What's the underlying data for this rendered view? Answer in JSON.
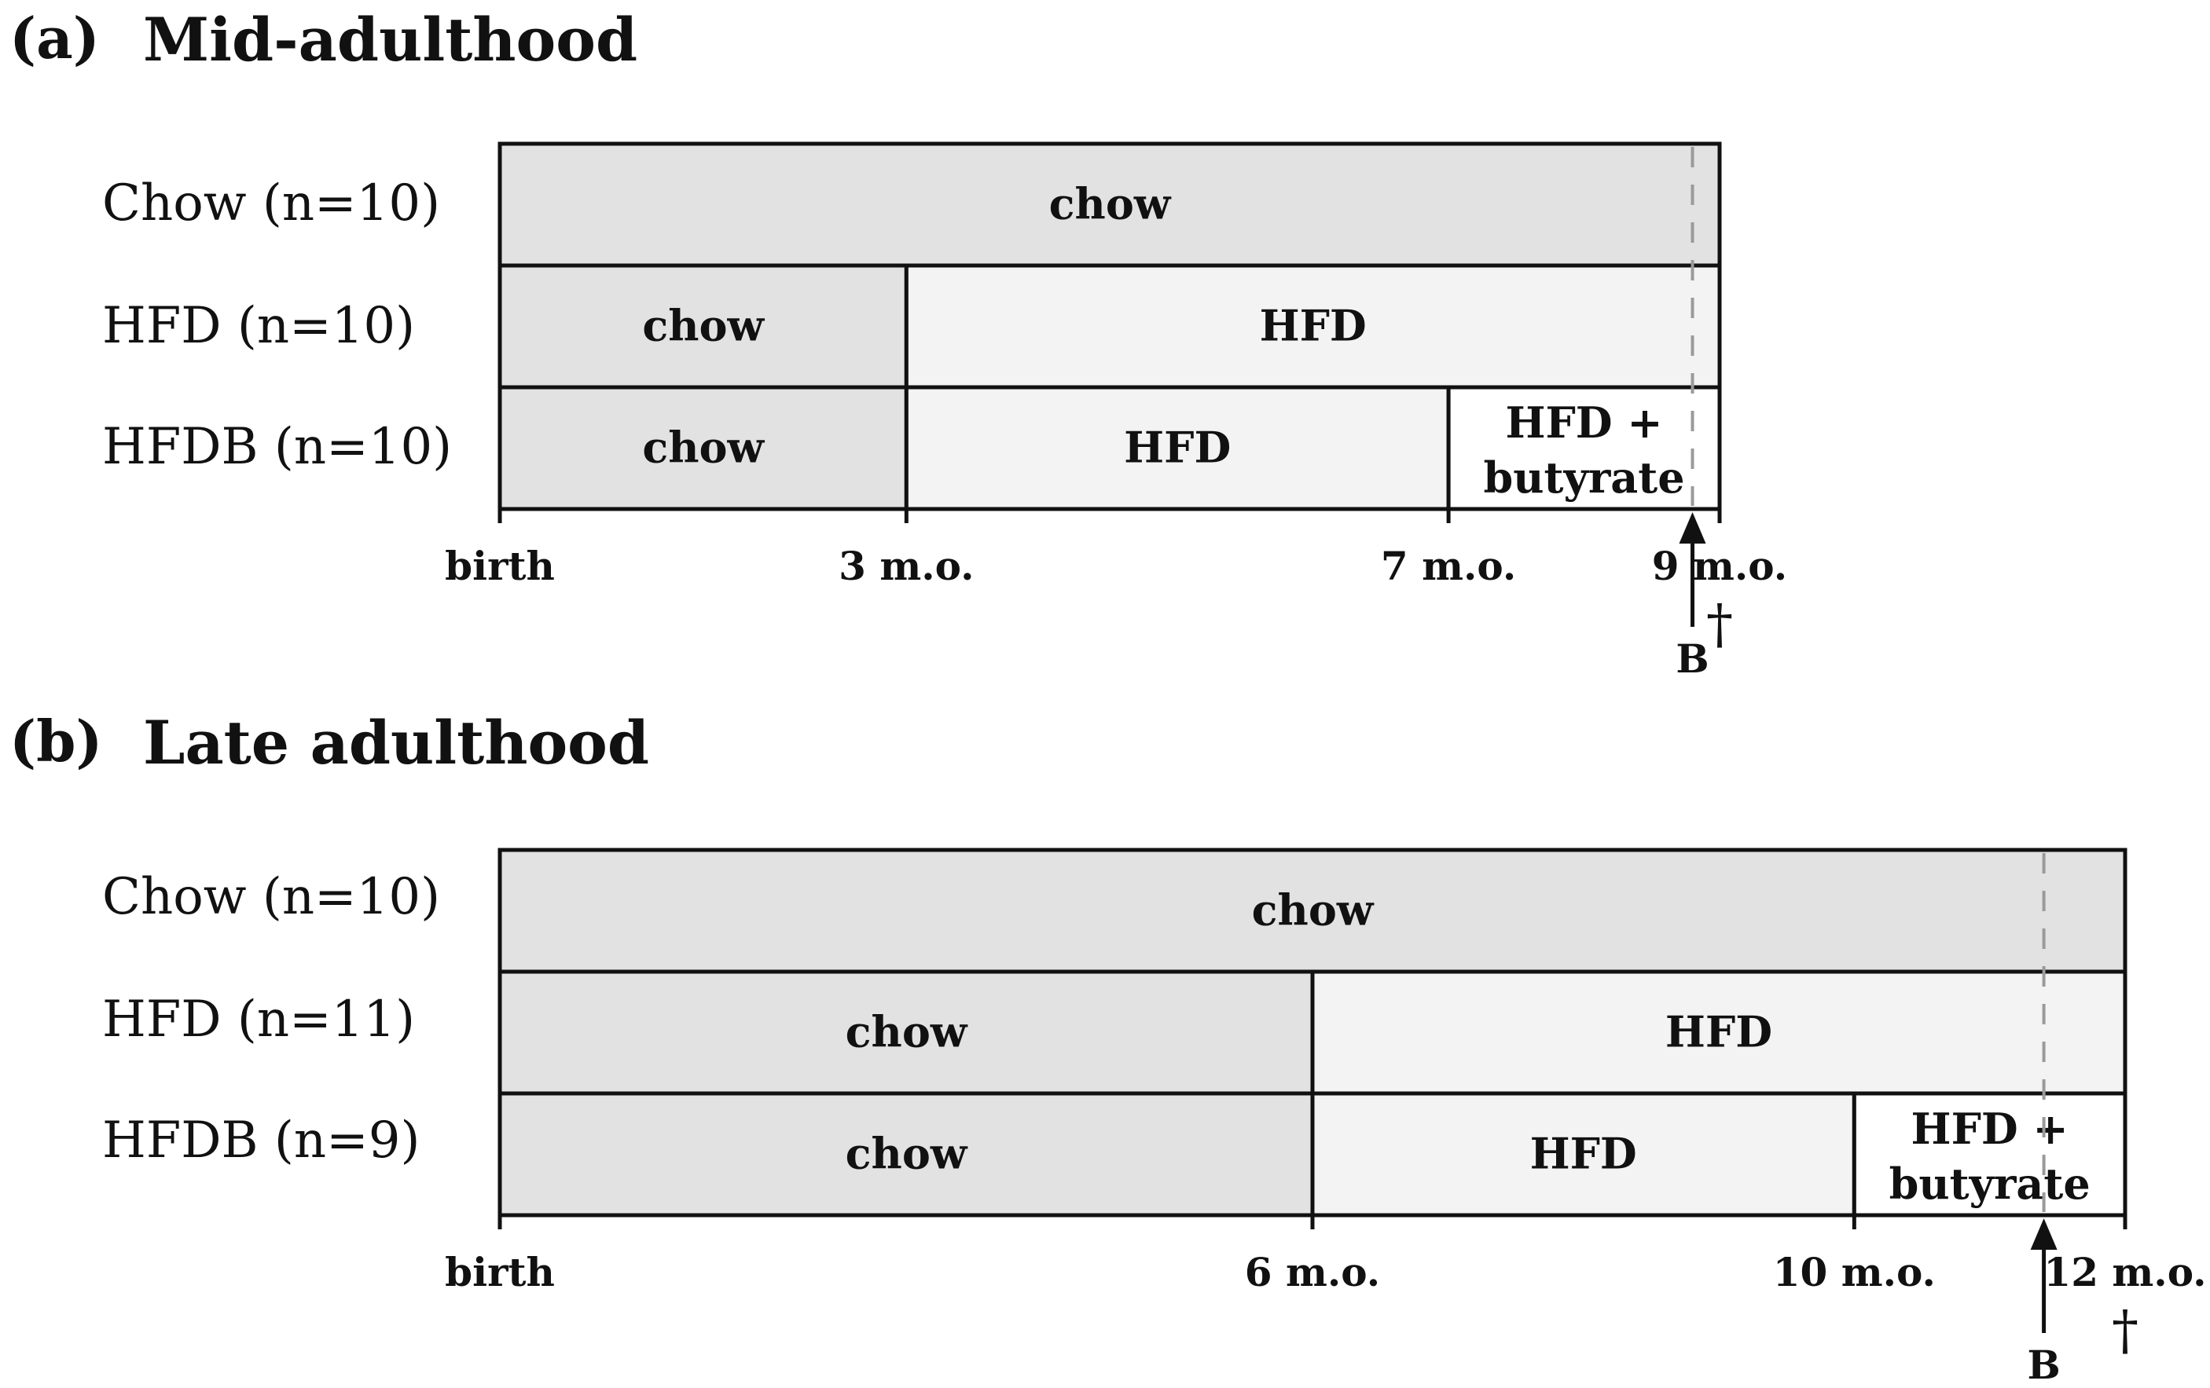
{
  "panels": [
    {
      "letter": "(a)",
      "title": "Mid-adulthood",
      "total_months": 9,
      "b_month": 8.8,
      "groups": [
        {
          "label": "Chow (n=10)",
          "segments": [
            {
              "label": "chow",
              "start": 0,
              "end": 9,
              "fill": "#e2e2e2"
            }
          ]
        },
        {
          "label": "HFD (n=10)",
          "segments": [
            {
              "label": "chow",
              "start": 0,
              "end": 3,
              "fill": "#e2e2e2"
            },
            {
              "label": "HFD",
              "start": 3,
              "end": 9,
              "fill": "#f3f3f3"
            }
          ]
        },
        {
          "label": "HFDB (n=10)",
          "segments": [
            {
              "label": "chow",
              "start": 0,
              "end": 3,
              "fill": "#e2e2e2"
            },
            {
              "label": "HFD",
              "start": 3,
              "end": 7,
              "fill": "#f3f3f3"
            },
            {
              "label": "HFD +",
              "label2": "butyrate",
              "start": 7,
              "end": 9,
              "fill": "#ffffff"
            }
          ]
        }
      ],
      "ticks": [
        {
          "month": 0,
          "label": "birth"
        },
        {
          "month": 3,
          "label": "3 m.o."
        },
        {
          "month": 7,
          "label": "7 m.o."
        },
        {
          "month": 9,
          "label": "9 m.o."
        }
      ],
      "b_label": "B",
      "dagger": "†"
    },
    {
      "letter": "(b)",
      "title": "Late adulthood",
      "total_months": 12,
      "b_month": 11.4,
      "groups": [
        {
          "label": "Chow (n=10)",
          "segments": [
            {
              "label": "chow",
              "start": 0,
              "end": 12,
              "fill": "#e2e2e2"
            }
          ]
        },
        {
          "label": "HFD (n=11)",
          "segments": [
            {
              "label": "chow",
              "start": 0,
              "end": 6,
              "fill": "#e2e2e2"
            },
            {
              "label": "HFD",
              "start": 6,
              "end": 12,
              "fill": "#f3f3f3"
            }
          ]
        },
        {
          "label": "HFDB (n=9)",
          "segments": [
            {
              "label": "chow",
              "start": 0,
              "end": 6,
              "fill": "#e2e2e2"
            },
            {
              "label": "HFD",
              "start": 6,
              "end": 10,
              "fill": "#f3f3f3"
            },
            {
              "label": "HFD +",
              "label2": "butyrate",
              "start": 10,
              "end": 12,
              "fill": "#ffffff"
            }
          ]
        }
      ],
      "ticks": [
        {
          "month": 0,
          "label": "birth"
        },
        {
          "month": 6,
          "label": "6 m.o."
        },
        {
          "month": 10,
          "label": "10 m.o."
        },
        {
          "month": 12,
          "label": "12 m.o."
        }
      ],
      "b_label": "B",
      "dagger": "†"
    }
  ]
}
